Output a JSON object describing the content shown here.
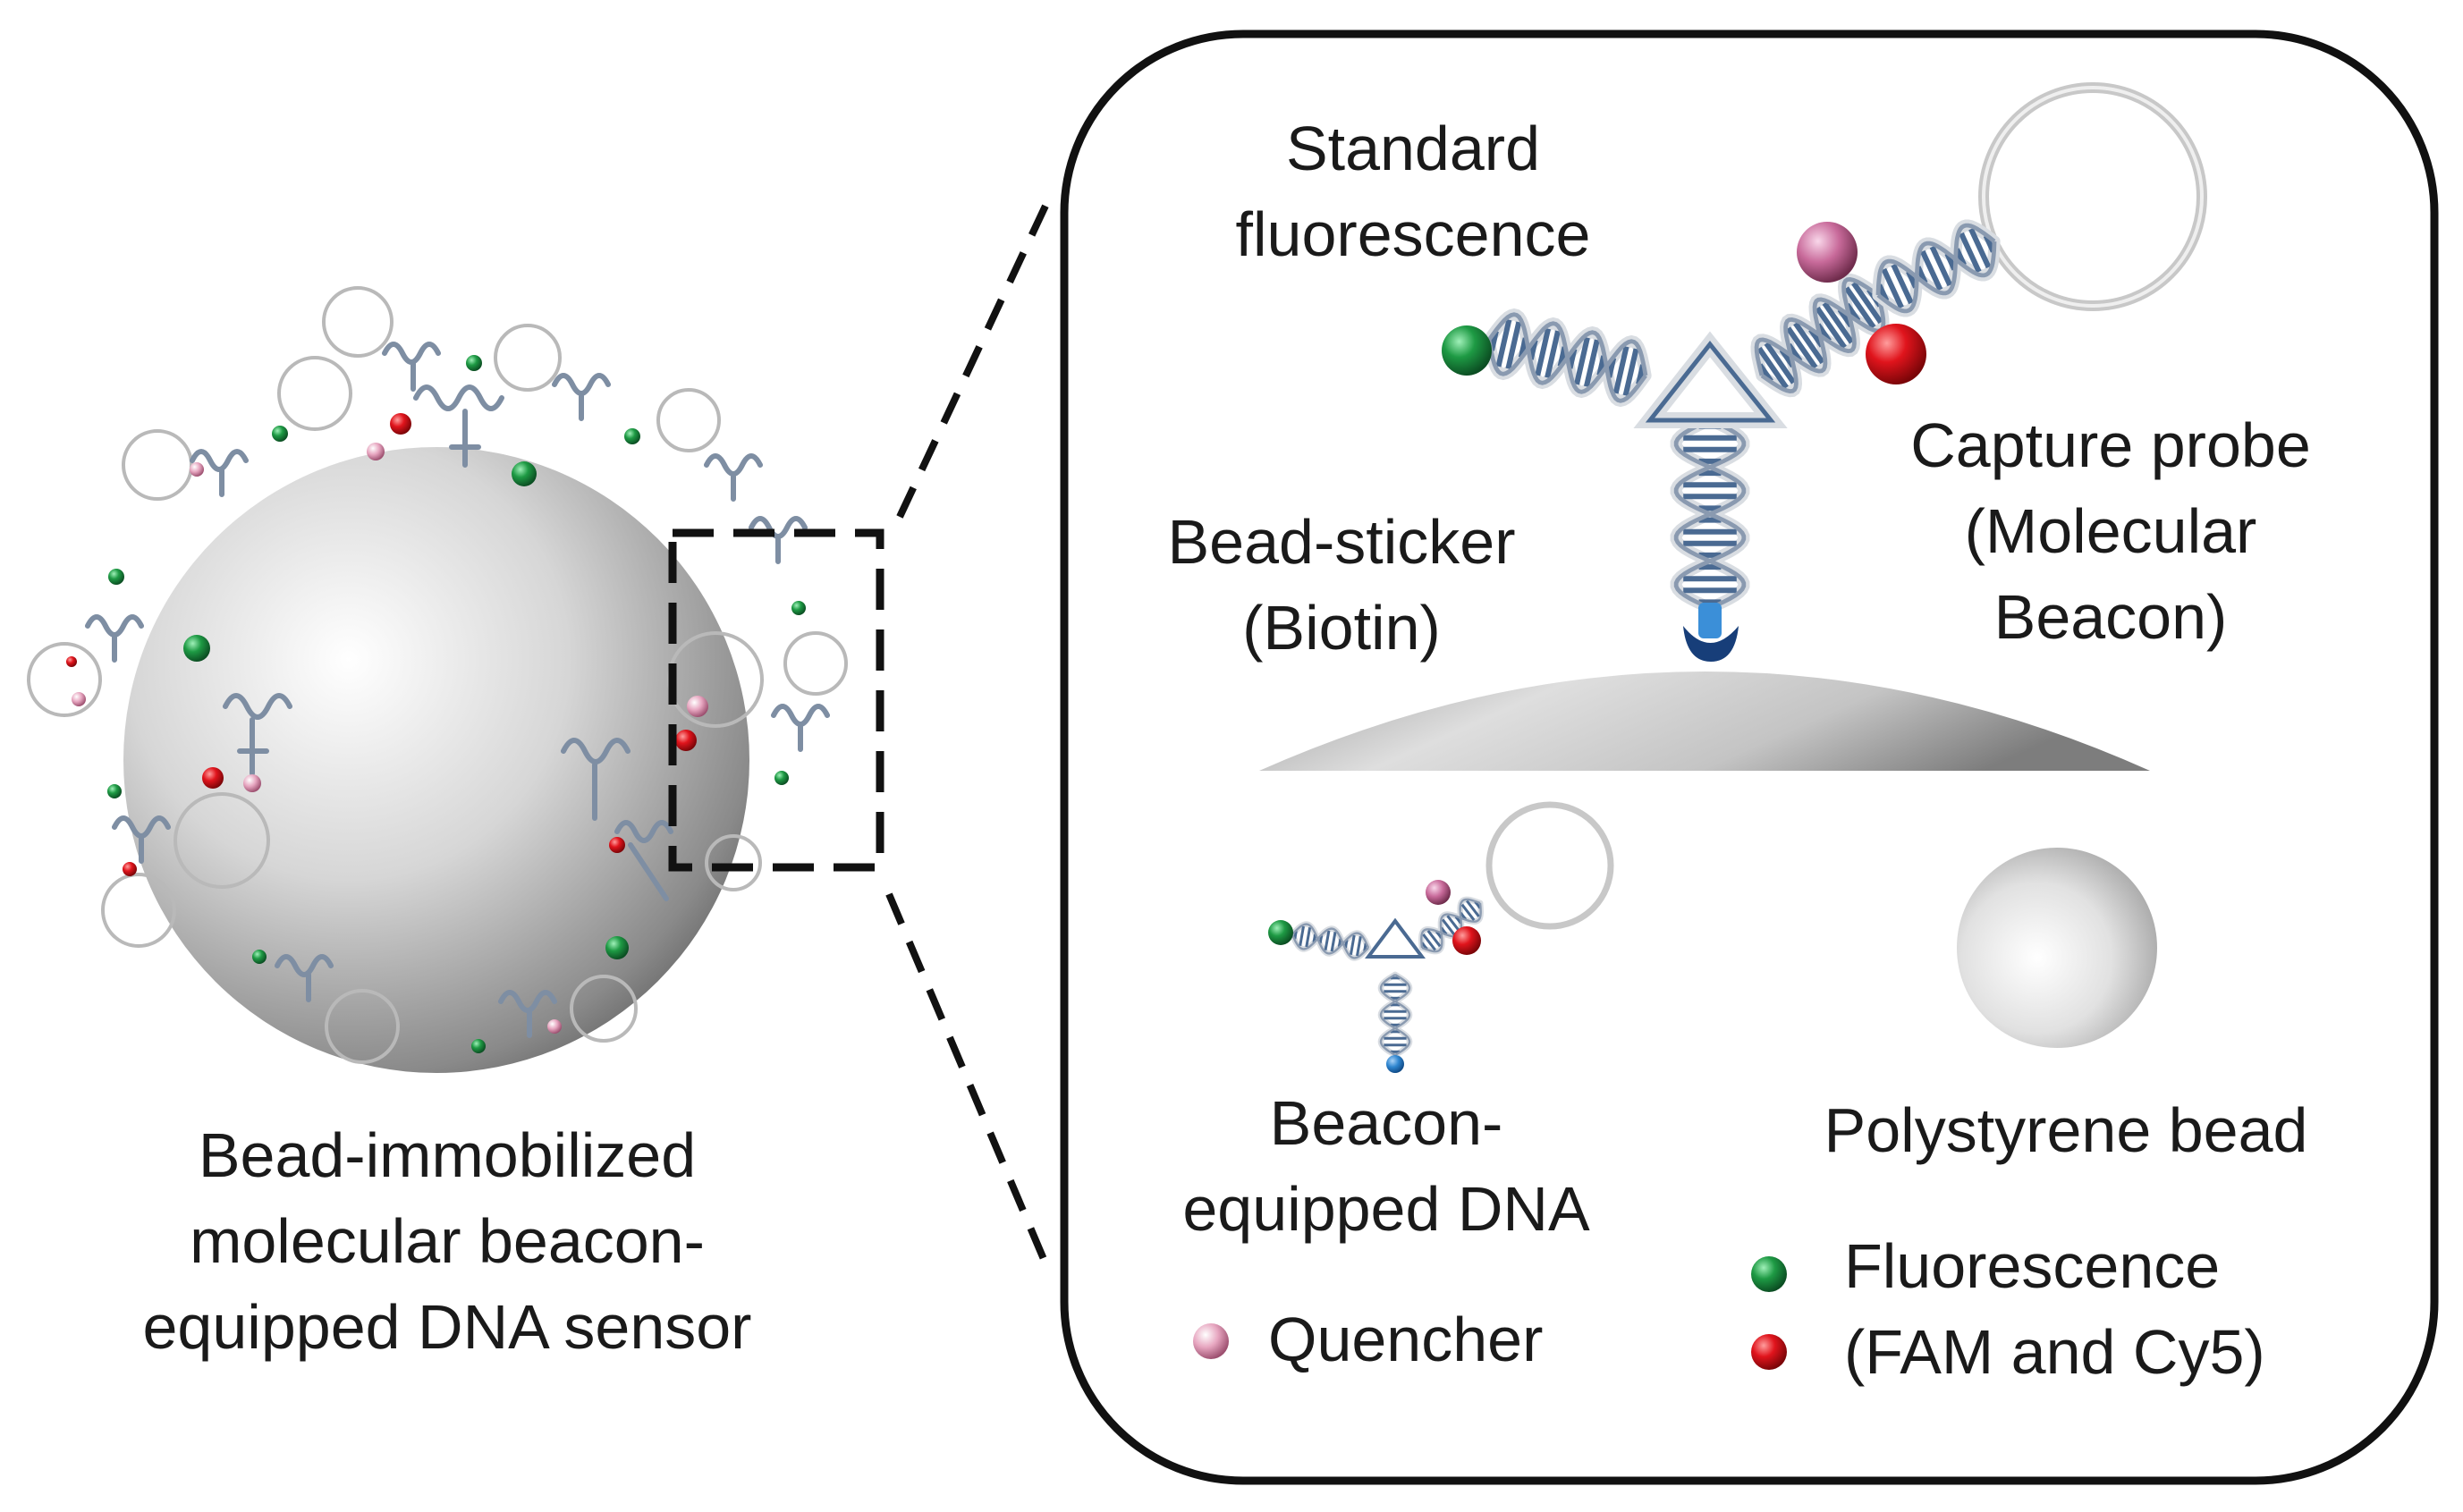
{
  "left_caption": {
    "lines": [
      "Bead-immobilized",
      "molecular beacon-",
      "equipped DNA sensor"
    ]
  },
  "zoom_panel": {
    "standard_fluorescence": [
      "Standard",
      "fluorescence"
    ],
    "bead_sticker": [
      "Bead-sticker",
      "(Biotin)"
    ],
    "capture_probe": [
      "Capture probe",
      "(Molecular",
      "Beacon)"
    ]
  },
  "legend": {
    "beacon_dna": [
      "Beacon-",
      "equipped DNA"
    ],
    "polystyrene_bead": "Polystyrene bead",
    "quencher": "Quencher",
    "fluorescence": [
      "Fluorescence",
      "(FAM and Cy5)"
    ]
  },
  "colors": {
    "fluorophore_green": "#1e9a44",
    "fluorophore_red": "#e0141c",
    "quencher_pink": "#e7a6c0",
    "biotin_blue": "#1f6fb8",
    "dna_blue": "#4a6a92",
    "panel_border": "#111111"
  }
}
